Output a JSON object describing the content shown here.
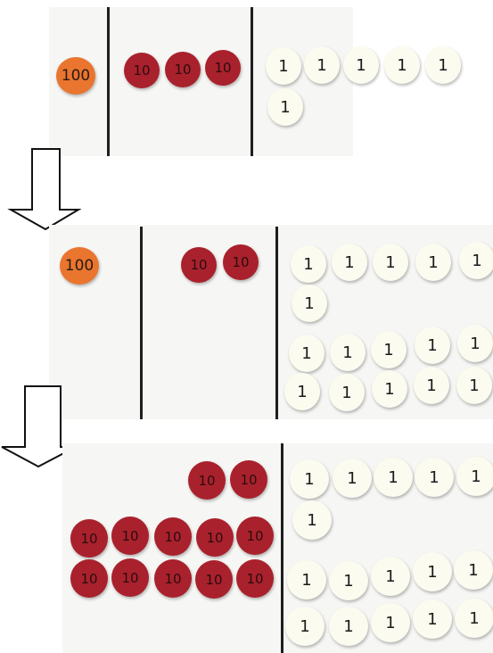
{
  "disc_labels": {
    "hundred": "100",
    "ten": "10",
    "one": "1"
  },
  "colors": {
    "hundred": "#e9752f",
    "ten": "#a9212c",
    "one": "#fbfbf0",
    "divider": "#1e1e1e",
    "background": "#f6f6f4"
  },
  "icons": [
    "arrow-down-icon",
    "arrow-down-icon"
  ],
  "stages": [
    {
      "hundreds": 1,
      "tens": 3,
      "ones": 6
    },
    {
      "hundreds": 1,
      "tens": 2,
      "ones": 16
    },
    {
      "hundreds": 0,
      "tens": 12,
      "ones": 16
    }
  ]
}
